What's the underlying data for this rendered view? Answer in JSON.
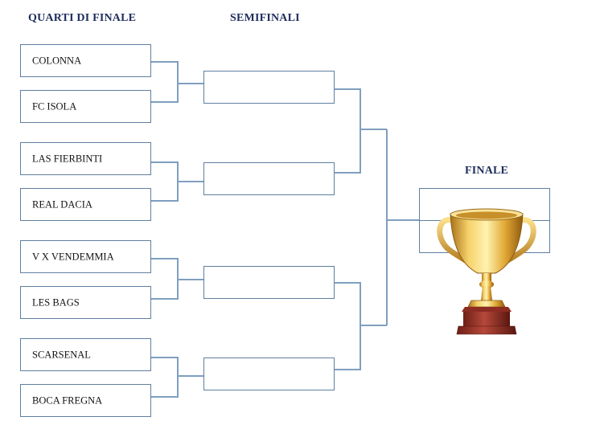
{
  "headings": {
    "quarterfinals": "QUARTI DI FINALE",
    "semifinals": "SEMIFINALI",
    "final": "FINALE"
  },
  "quarterfinal_teams": [
    "COLONNA",
    "FC ISOLA",
    "LAS FIERBINTI",
    "REAL DACIA",
    "V X VENDEMMIA",
    "LES BAGS",
    "SCARSENAL",
    "BOCA FREGNA"
  ],
  "semifinal_slots": [
    "",
    "",
    "",
    ""
  ],
  "final_slots": [
    "",
    ""
  ],
  "colors": {
    "heading": "#1f2d5c",
    "box_border": "#5f7fa0",
    "connector": "#7f9fbf"
  },
  "icons": {
    "trophy": "trophy-icon"
  }
}
